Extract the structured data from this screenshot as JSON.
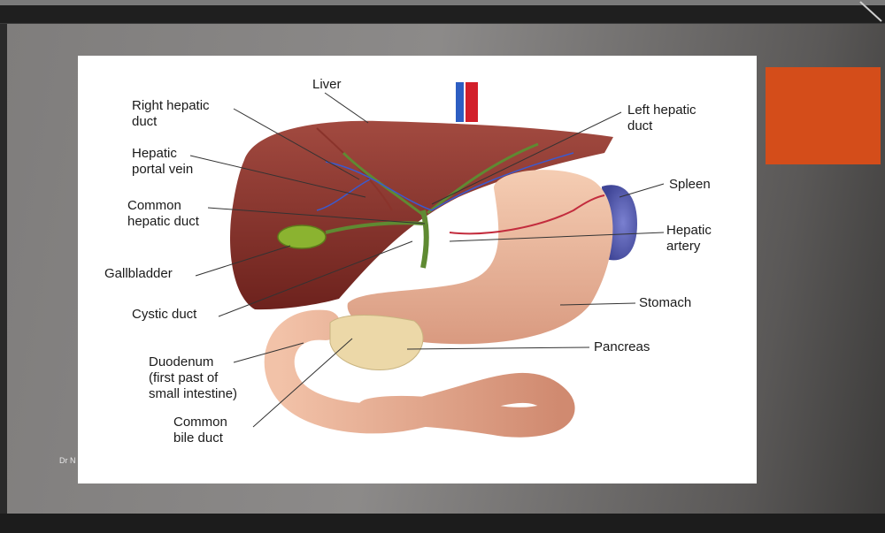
{
  "diagram": {
    "labels": {
      "liver": "Liver",
      "right_hepatic_duct": "Right hepatic\nduct",
      "hepatic_portal_vein": "Hepatic\nportal vein",
      "common_hepatic_duct": "Common\nhepatic duct",
      "gallbladder": "Gallbladder",
      "cystic_duct": "Cystic duct",
      "duodenum": "Duodenum\n(first past of\nsmall intestine)",
      "common_bile_duct": "Common\nbile duct",
      "left_hepatic_duct": "Left hepatic\nduct",
      "spleen": "Spleen",
      "hepatic_artery": "Hepatic\nartery",
      "stomach": "Stomach",
      "pancreas": "Pancreas"
    }
  },
  "slide": {
    "footer": "Dr N",
    "accent_color": "#d44d1a"
  }
}
